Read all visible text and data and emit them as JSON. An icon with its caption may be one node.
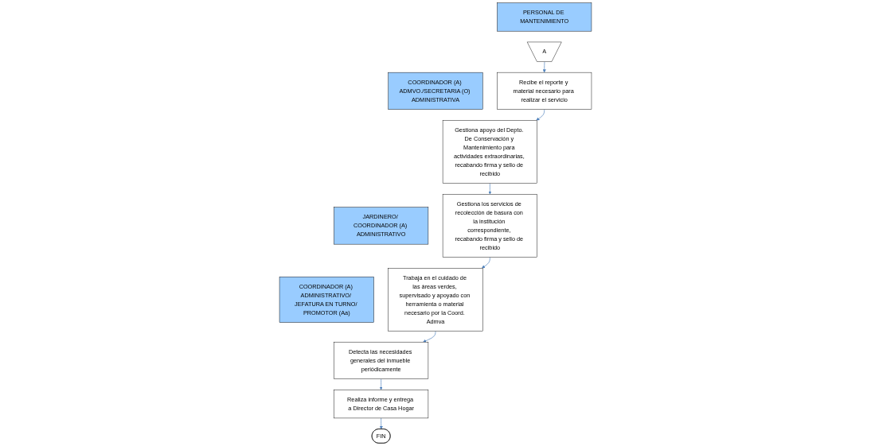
{
  "diagram": {
    "nodes": [
      {
        "text": [
          "PERSONAL DE MANTENIMIENTO"
        ]
      },
      {
        "text": [
          "COORDINADOR (A) ADMVO./SECRETARIA (O) ADMINISTRATIVA"
        ]
      },
      {
        "text": [
          "JARDINERO/ COORDINADOR (A) ADMINISTRATIVO"
        ]
      },
      {
        "text": [
          "COORDINADOR (A) ADMINISTRATIVO/ JEFATURA EN TURNO/ PROMOTOR (Aa)"
        ]
      },
      {
        "text": [
          "A"
        ]
      },
      {
        "text": [
          "Recibe el reporte y material necesario para realizar el servicio"
        ]
      },
      {
        "text": [
          "Gestiona apoyo del Depto. De Conservación y Mantenimiento para actividades extraordinarias, recabando firma y sello de recibido"
        ]
      },
      {
        "text": [
          "Gestiona los servicios de recolección de basura con la institución correspondiente, recabando firma y sello de recibido"
        ]
      },
      {
        "text": [
          "Trabaja en el cuidado de las áreas verdes, supervisado y apoyado con herramienta o material necesario por la Coord. Admva"
        ]
      },
      {
        "text": [
          "Detecta las necesidades generales del inmueble periódicamente"
        ]
      },
      {
        "text": [
          "Realiza informe y entrega a Director de Casa Hogar"
        ]
      },
      {
        "text": [
          "FIN"
        ]
      }
    ],
    "edges": [
      {
        "from": 4,
        "to": 5,
        "arrow": "to"
      },
      {
        "from": 5,
        "to": 6,
        "arrow": "to"
      },
      {
        "from": 6,
        "to": 7,
        "arrow": "to"
      },
      {
        "from": 7,
        "to": 8,
        "arrow": "to"
      },
      {
        "from": 8,
        "to": 9,
        "arrow": "to"
      },
      {
        "from": 9,
        "to": 10,
        "arrow": "to"
      },
      {
        "from": 10,
        "to": 11,
        "arrow": "to"
      }
    ]
  }
}
